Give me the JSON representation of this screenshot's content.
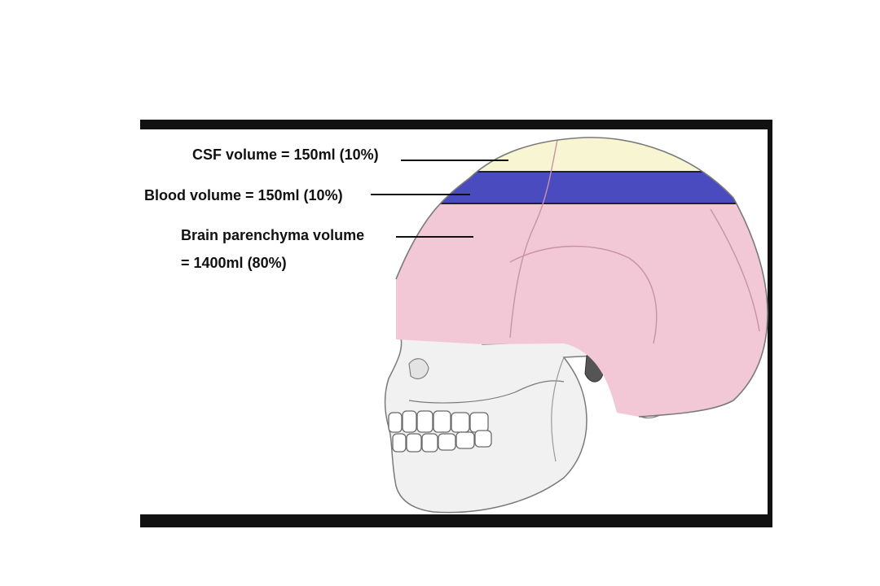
{
  "labels": {
    "csf": "CSF volume = 150ml (10%)",
    "blood": "Blood volume = 150ml (10%)",
    "brain_line1": "Brain parenchyma volume",
    "brain_line2": "= 1400ml (80%)"
  },
  "colors": {
    "csf_band": "#f7f5d2",
    "blood_band": "#4b4bc0",
    "brain_region": "#f2c8d6",
    "bone": "#f1f1f1",
    "bone_outline": "#7a7a7a",
    "frame": "#111111",
    "leader_line": "#111111"
  }
}
